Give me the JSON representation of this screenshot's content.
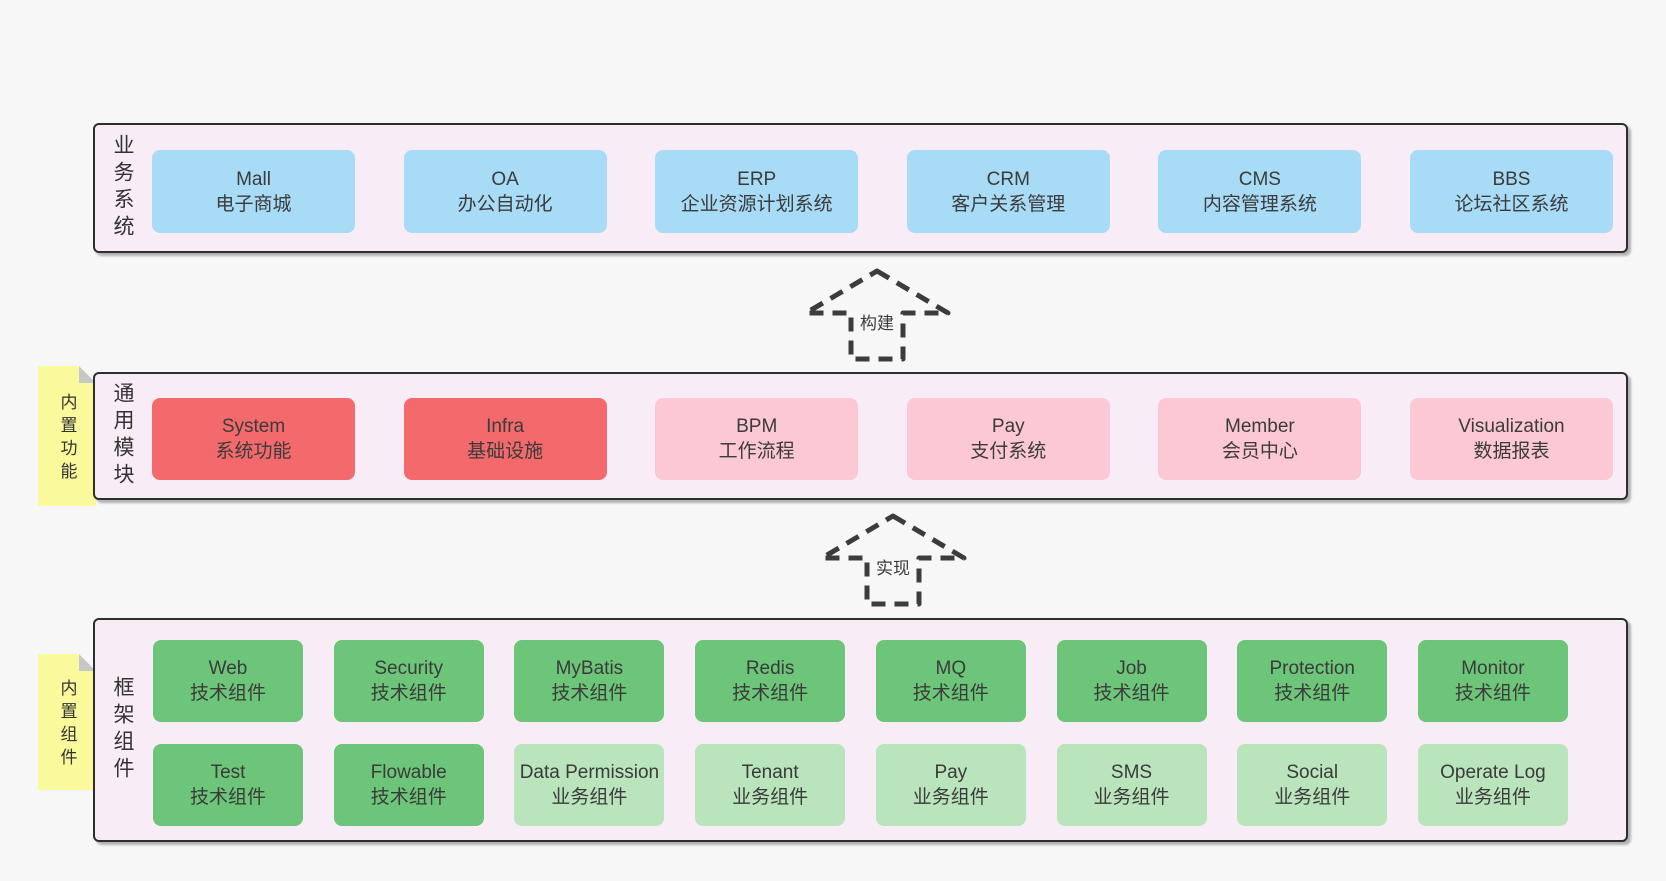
{
  "colors": {
    "page_bg": "#f7f7f7",
    "band_bg": "#f8edf6",
    "band_border": "#2e2e2e",
    "blue_box": "#a8dbf5",
    "red_box": "#f4696c",
    "pink_box": "#fbc8d3",
    "green_box": "#6cc578",
    "light_green_box": "#b9e4bc",
    "sticky_yellow": "#fafa9d",
    "text": "#3b3b3b"
  },
  "arrows": [
    {
      "label": "构建"
    },
    {
      "label": "实现"
    }
  ],
  "bands": [
    {
      "label": "业务系统",
      "boxes": [
        {
          "title": "Mall",
          "subtitle": "电子商城",
          "variant": "blue"
        },
        {
          "title": "OA",
          "subtitle": "办公自动化",
          "variant": "blue"
        },
        {
          "title": "ERP",
          "subtitle": "企业资源计划系统",
          "variant": "blue"
        },
        {
          "title": "CRM",
          "subtitle": "客户关系管理",
          "variant": "blue"
        },
        {
          "title": "CMS",
          "subtitle": "内容管理系统",
          "variant": "blue"
        },
        {
          "title": "BBS",
          "subtitle": "论坛社区系统",
          "variant": "blue"
        }
      ]
    },
    {
      "label": "通用模块",
      "sticky": "内置功能",
      "boxes": [
        {
          "title": "System",
          "subtitle": "系统功能",
          "variant": "red"
        },
        {
          "title": "Infra",
          "subtitle": "基础设施",
          "variant": "red"
        },
        {
          "title": "BPM",
          "subtitle": "工作流程",
          "variant": "pink"
        },
        {
          "title": "Pay",
          "subtitle": "支付系统",
          "variant": "pink"
        },
        {
          "title": "Member",
          "subtitle": "会员中心",
          "variant": "pink"
        },
        {
          "title": "Visualization",
          "subtitle": "数据报表",
          "variant": "pink"
        }
      ]
    },
    {
      "label": "框架组件",
      "sticky": "内置组件",
      "rows": [
        [
          {
            "title": "Web",
            "subtitle": "技术组件",
            "variant": "green"
          },
          {
            "title": "Security",
            "subtitle": "技术组件",
            "variant": "green"
          },
          {
            "title": "MyBatis",
            "subtitle": "技术组件",
            "variant": "green"
          },
          {
            "title": "Redis",
            "subtitle": "技术组件",
            "variant": "green"
          },
          {
            "title": "MQ",
            "subtitle": "技术组件",
            "variant": "green"
          },
          {
            "title": "Job",
            "subtitle": "技术组件",
            "variant": "green"
          },
          {
            "title": "Protection",
            "subtitle": "技术组件",
            "variant": "green"
          },
          {
            "title": "Monitor",
            "subtitle": "技术组件",
            "variant": "green"
          }
        ],
        [
          {
            "title": "Test",
            "subtitle": "技术组件",
            "variant": "green"
          },
          {
            "title": "Flowable",
            "subtitle": "技术组件",
            "variant": "green"
          },
          {
            "title": "Data Permission",
            "subtitle": "业务组件",
            "variant": "lightgreen"
          },
          {
            "title": "Tenant",
            "subtitle": "业务组件",
            "variant": "lightgreen"
          },
          {
            "title": "Pay",
            "subtitle": "业务组件",
            "variant": "lightgreen"
          },
          {
            "title": "SMS",
            "subtitle": "业务组件",
            "variant": "lightgreen"
          },
          {
            "title": "Social",
            "subtitle": "业务组件",
            "variant": "lightgreen"
          },
          {
            "title": "Operate Log",
            "subtitle": "业务组件",
            "variant": "lightgreen"
          }
        ]
      ]
    }
  ]
}
